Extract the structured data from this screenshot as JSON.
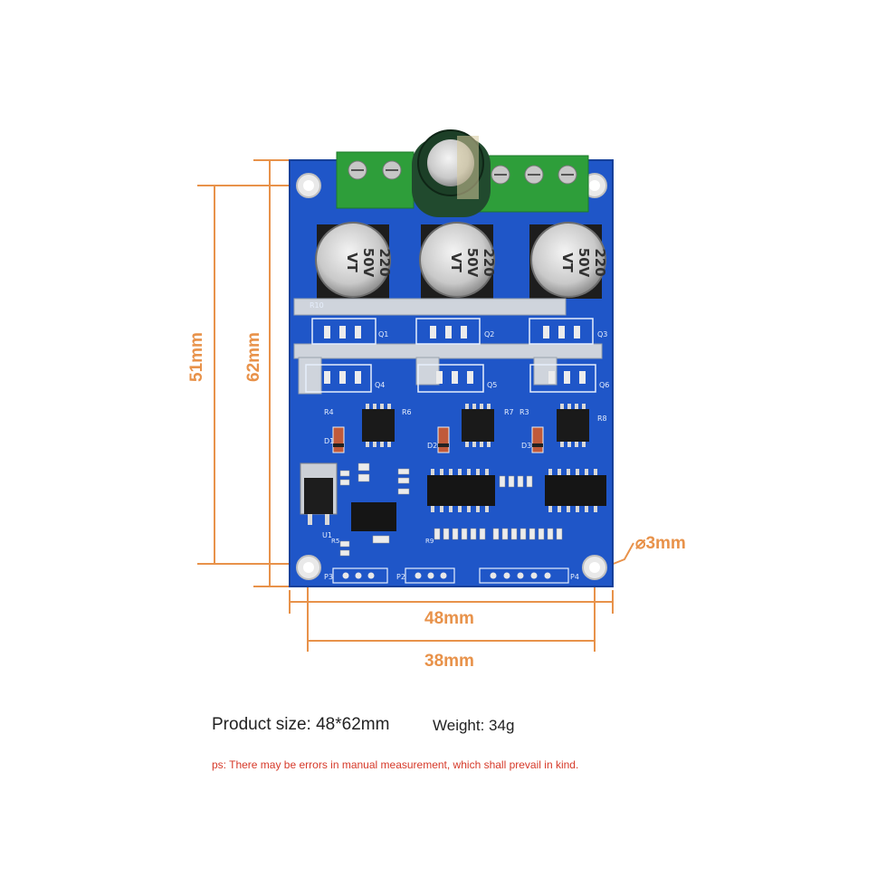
{
  "dimensions": {
    "height_inner": "51mm",
    "height_outer": "62mm",
    "width_outer": "48mm",
    "width_inner": "38mm",
    "hole": "⌀3mm"
  },
  "capacitors": [
    {
      "line1": "220",
      "line2": "50V",
      "line3": "VT"
    },
    {
      "line1": "220",
      "line2": "50V",
      "line3": "VT"
    },
    {
      "line1": "220",
      "line2": "50V",
      "line3": "VT"
    }
  ],
  "silkscreen": {
    "q_labels": [
      "Q1",
      "Q2",
      "Q3",
      "Q4",
      "Q5",
      "Q6"
    ],
    "r10": "R10",
    "d_labels": [
      "D1",
      "D2",
      "D3"
    ],
    "u1": "U1",
    "p_labels": [
      "P3",
      "P2",
      "P4"
    ],
    "ra_labels": [
      "R4",
      "R6",
      "R7",
      "R3",
      "R8",
      "R5",
      "R9"
    ]
  },
  "product": {
    "size_label": "Product size: 48*62mm",
    "weight_label": "Weight: 34g",
    "note": "ps: There may be errors in manual measurement, which shall prevail in kind."
  },
  "colors": {
    "dimension": "#e8924a",
    "pcb": "#1f56c8",
    "terminal": "#2e9e3a",
    "note": "#d63a2a"
  }
}
